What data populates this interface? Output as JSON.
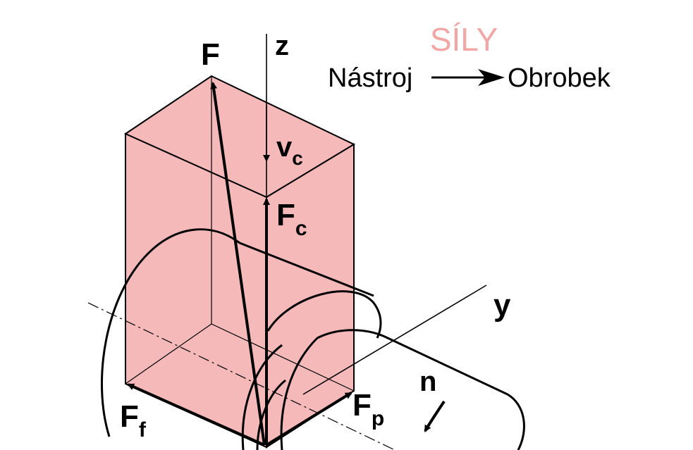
{
  "header": {
    "title": "SÍLY",
    "source_label": "Nástroj",
    "target_label": "Obrobek"
  },
  "colors": {
    "title": "#f2a7a7",
    "box_fill": "#f5b9b9",
    "line": "#000000",
    "background": "#ffffff"
  },
  "labels": {
    "force_main": "F",
    "force_main_sub": "",
    "axis_z": "z",
    "axis_y": "y",
    "cutting_speed": "v",
    "cutting_speed_sub": "c",
    "force_cutting": "F",
    "force_cutting_sub": "c",
    "force_feed": "F",
    "force_feed_sub": "f",
    "force_passive": "F",
    "force_passive_sub": "p",
    "rotation": "n"
  }
}
